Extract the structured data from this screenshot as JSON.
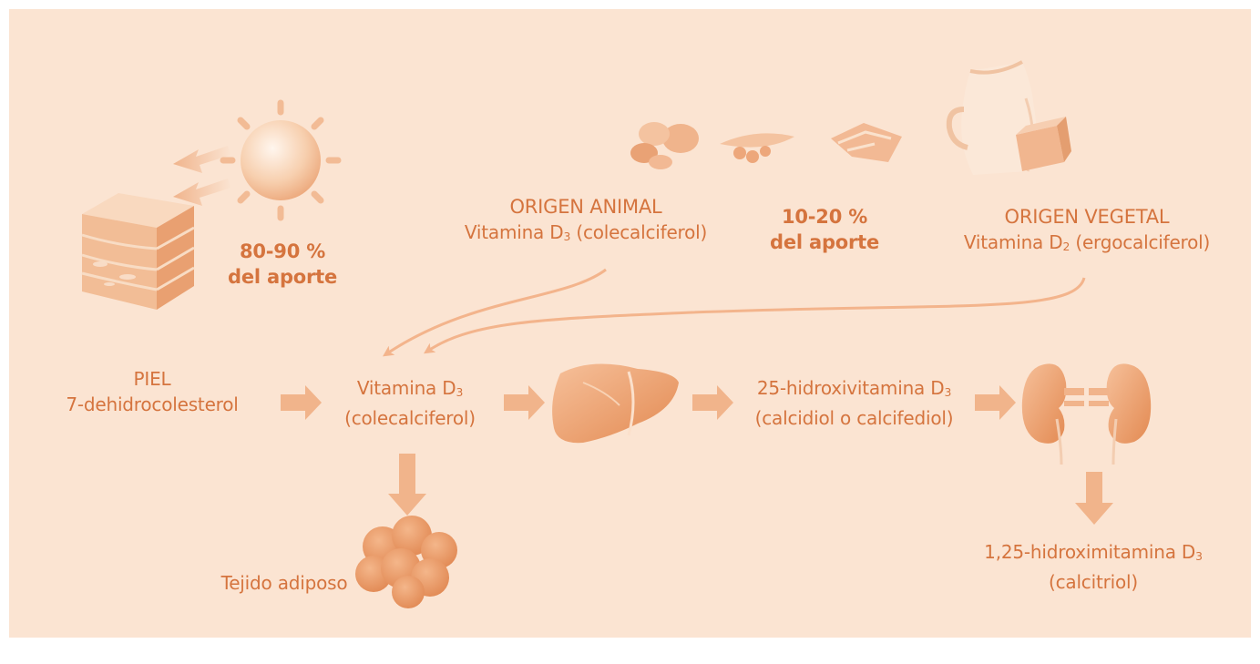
{
  "palette": {
    "background": "#fbe4d2",
    "text": "#d5743e",
    "arrow": "#f0b48c",
    "organ": "#e9935b",
    "organ_light": "#f6c9a4"
  },
  "icons": [
    "sun-icon",
    "skin-layers-icon",
    "eggs-icon",
    "peas-icon",
    "fish-icon",
    "milk-jug-icon",
    "bread-icon",
    "liver-icon",
    "kidneys-icon",
    "adipose-tissue-icon"
  ],
  "sun_source": {
    "percent": "80-90 %",
    "label": "del aporte"
  },
  "diet_source": {
    "percent": "10-20 %",
    "label": "del aporte"
  },
  "animal_origin": {
    "title": "ORIGEN ANIMAL",
    "vitamin": "Vitamina D",
    "sub": "3",
    "detail": "(colecalciferol)"
  },
  "vegetal_origin": {
    "title": "ORIGEN VEGETAL",
    "vitamin": "Vitamina D",
    "sub": "2",
    "detail": "(ergocalciferol)"
  },
  "pathway": {
    "skin": {
      "title": "PIEL",
      "compound": "7-dehidrocolesterol"
    },
    "vitamin_d3": {
      "name": "Vitamina D",
      "sub": "3",
      "detail": "(colecalciferol)"
    },
    "calcidiol": {
      "name": "25-hidroxivitamina D",
      "sub": "3",
      "detail": "(calcidiol o calcifediol)"
    },
    "calcitriol": {
      "name": "1,25-hidroximitamina D",
      "sub": "3",
      "detail": "(calcitriol)"
    },
    "storage": "Tejido adiposo"
  }
}
